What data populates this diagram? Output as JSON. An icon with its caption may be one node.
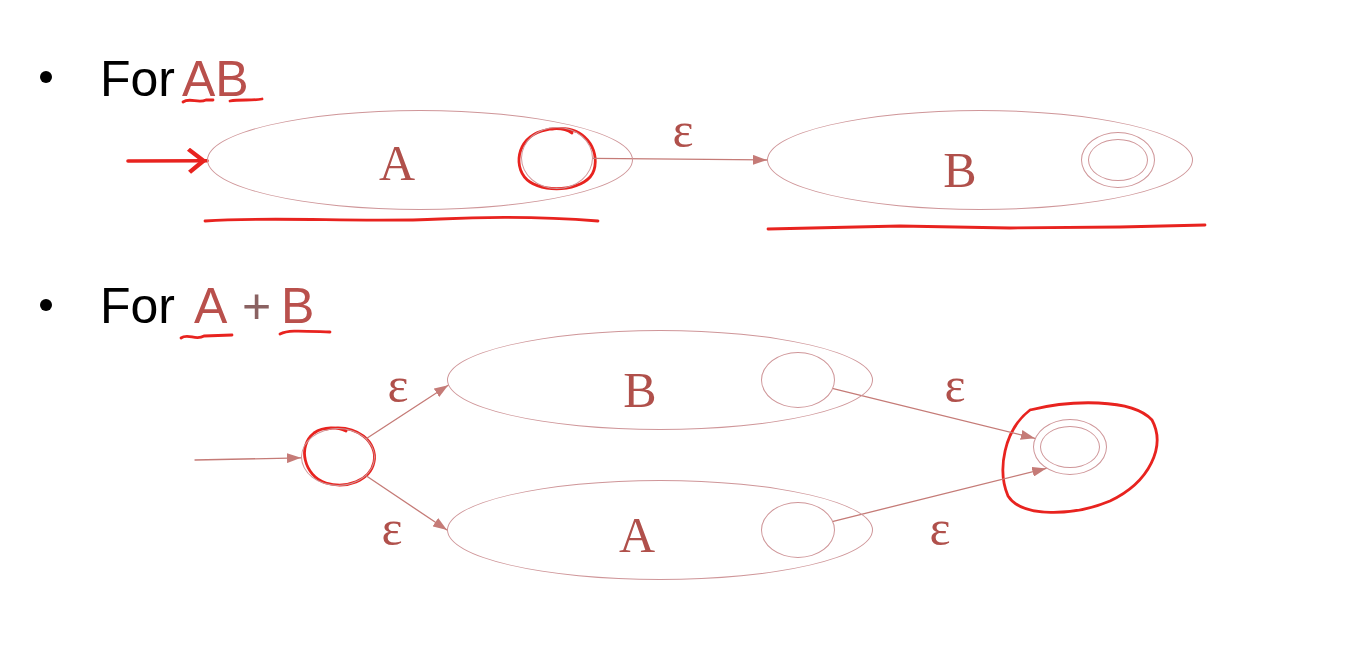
{
  "diagram": {
    "nodes": [
      {
        "text": [
          "A"
        ]
      },
      {
        "text": [],
        "shape": "circle",
        "in": 0
      },
      {
        "text": [
          "B"
        ]
      },
      {
        "text": [],
        "shape": "circle",
        "in": 2
      },
      {
        "text": [],
        "shape": "circle"
      },
      {
        "text": [
          "B"
        ]
      },
      {
        "text": [],
        "shape": "circle",
        "in": 5
      },
      {
        "text": [
          "A"
        ]
      },
      {
        "text": [],
        "shape": "circle",
        "in": 7
      },
      {
        "text": [],
        "shape": "circle"
      }
    ],
    "edges": [
      {
        "from": null,
        "to": 0,
        "arrow": "to",
        "style": "thick",
        "color": "#e8231f"
      },
      {
        "from": 1,
        "to": 2,
        "arrow": "to",
        "label": "ε"
      },
      {
        "from": null,
        "to": 4,
        "arrow": "to"
      },
      {
        "from": 4,
        "to": 5,
        "arrow": "to",
        "label": "ε"
      },
      {
        "from": 4,
        "to": 7,
        "arrow": "to",
        "label": "ε"
      },
      {
        "from": 6,
        "to": 9,
        "arrow": "to",
        "label": "ε"
      },
      {
        "from": 8,
        "to": 9,
        "arrow": "to",
        "label": "ε"
      }
    ],
    "labels": [
      "For",
      "AB",
      "For",
      "A",
      "+",
      "B"
    ]
  }
}
